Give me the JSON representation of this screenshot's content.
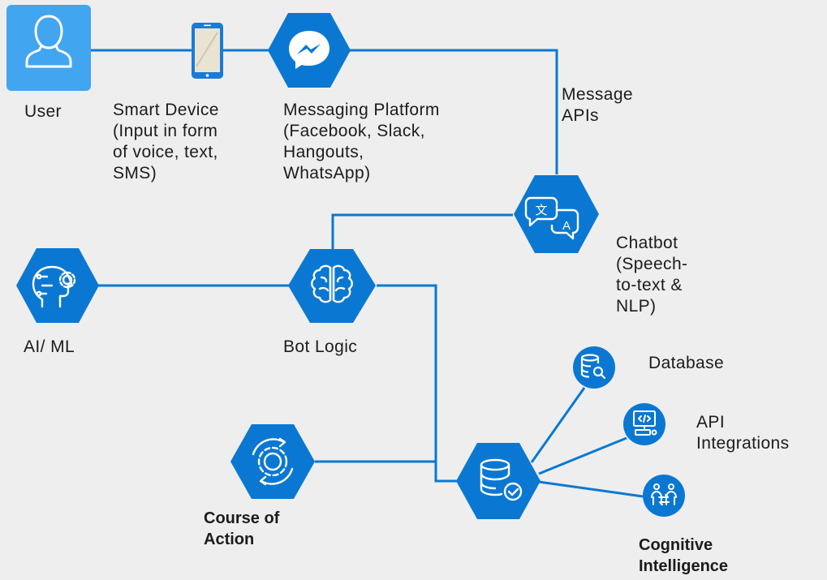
{
  "colors": {
    "background": "#eeeeee",
    "hexagon_blue": "#0a78d2",
    "user_tile": "#42a5f0",
    "connector": "#0a78d2",
    "text": "#1c1c1c",
    "phone_frame": "#1a7bd6"
  },
  "nodes": {
    "user": {
      "icon": "user-icon",
      "lines": [
        "User"
      ]
    },
    "smart_device": {
      "icon": "smartphone-icon",
      "lines": [
        "Smart Device",
        "(Input in form",
        "of voice, text,",
        "SMS)"
      ]
    },
    "messaging_platform": {
      "icon": "messenger-icon",
      "lines": [
        "Messaging Platform",
        "(Facebook, Slack,",
        "Hangouts,",
        "WhatsApp)"
      ]
    },
    "message_apis": {
      "lines": [
        "Message",
        "APIs"
      ]
    },
    "chatbot": {
      "icon": "translate-icon",
      "lines": [
        "Chatbot",
        "(Speech-",
        "to-text &",
        "NLP)"
      ]
    },
    "ai_ml": {
      "icon": "ai-head-gear-icon",
      "lines": [
        "AI/ ML"
      ]
    },
    "bot_logic": {
      "icon": "brain-icon",
      "lines": [
        "Bot Logic"
      ]
    },
    "course_of_action": {
      "icon": "gear-cycle-icon",
      "lines": [
        "Course of",
        "Action"
      ]
    },
    "data_hub": {
      "icon": "database-check-icon"
    },
    "database": {
      "icon": "database-search-icon",
      "lines": [
        "Database"
      ]
    },
    "api_integrations": {
      "icon": "computer-code-icon",
      "lines": [
        "API",
        "Integrations"
      ]
    },
    "cognitive_intelligence": {
      "icon": "people-exchange-icon",
      "lines": [
        "Cognitive",
        "Intelligence"
      ]
    }
  }
}
